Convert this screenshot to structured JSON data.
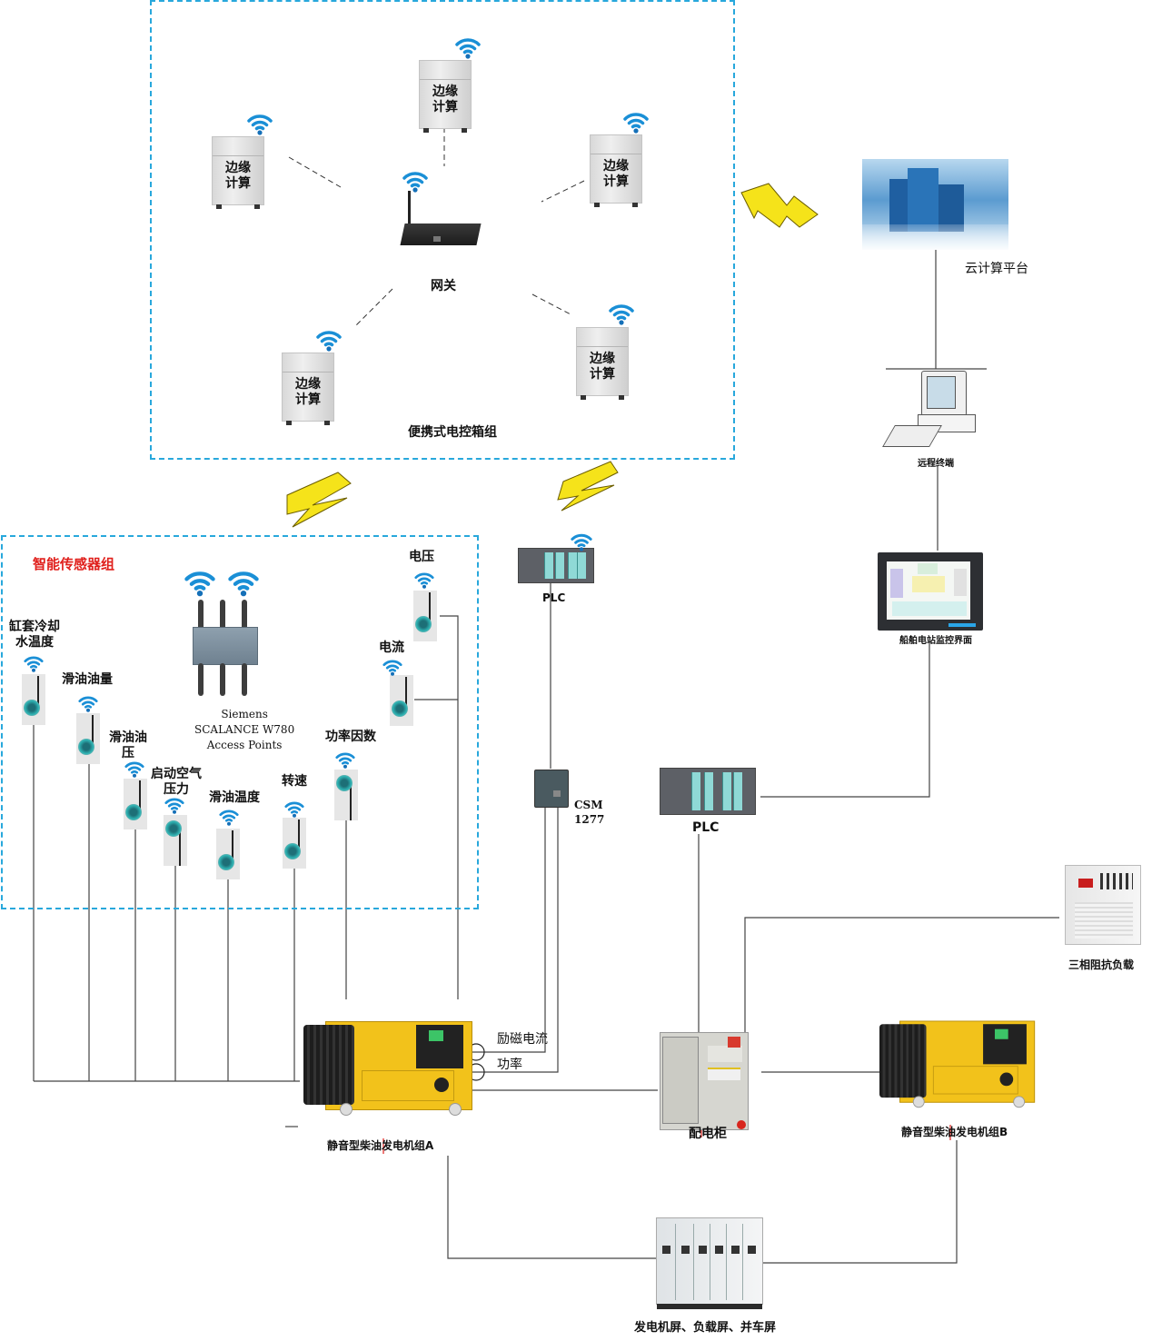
{
  "portable_group": {
    "title": "便携式电控箱组",
    "gateway_label": "网关",
    "edge_nodes": [
      {
        "label": "边缘\n计算",
        "line1": "边缘",
        "line2": "计算"
      },
      {
        "label": "边缘\n计算",
        "line1": "边缘",
        "line2": "计算"
      },
      {
        "label": "边缘\n计算",
        "line1": "边缘",
        "line2": "计算"
      },
      {
        "label": "边缘\n计算",
        "line1": "边缘",
        "line2": "计算"
      },
      {
        "label": "边缘\n计算",
        "line1": "边缘",
        "line2": "计算"
      }
    ]
  },
  "cloud": {
    "label": "云计算平台"
  },
  "remote_terminal": {
    "label": "远程终端"
  },
  "monitor_ui": {
    "label": "船舶电站监控界面"
  },
  "sensor_group": {
    "title": "智能传感器组",
    "access_point": {
      "line1": "Siemens",
      "line2": "SCALANCE W780",
      "line3": "Access Points"
    },
    "sensors": [
      {
        "line1": "缸套冷却",
        "line2": "水温度"
      },
      {
        "line1": "滑油油量",
        "line2": ""
      },
      {
        "line1": "滑油油",
        "line2": "压"
      },
      {
        "line1": "启动空气",
        "line2": "压力"
      },
      {
        "line1": "滑油温度",
        "line2": ""
      },
      {
        "line1": "转速",
        "line2": ""
      },
      {
        "line1": "功率因数",
        "line2": ""
      },
      {
        "line1": "电流",
        "line2": ""
      },
      {
        "line1": "电压",
        "line2": ""
      }
    ]
  },
  "plc_top": {
    "label": "PLC"
  },
  "csm": {
    "line1": "CSM",
    "line2": "1277"
  },
  "plc_mid": {
    "label": "PLC"
  },
  "signals": {
    "excitation": "励磁电流",
    "power": "功率"
  },
  "generator_a": {
    "label": "静音型柴油发电机组A"
  },
  "generator_b": {
    "label": "静音型柴油发电机组B"
  },
  "distribution_cabinet": {
    "label": "配电柜"
  },
  "load_bank": {
    "label": "三相阻抗负载"
  },
  "switchboard": {
    "label": "发电机屏、负载屏、并车屏"
  },
  "colors": {
    "dashed_border": "#28a8dc",
    "title_red": "#e0201c",
    "wifi_blue": "#1a8fd6",
    "bolt_yellow": "#f5e31a"
  }
}
